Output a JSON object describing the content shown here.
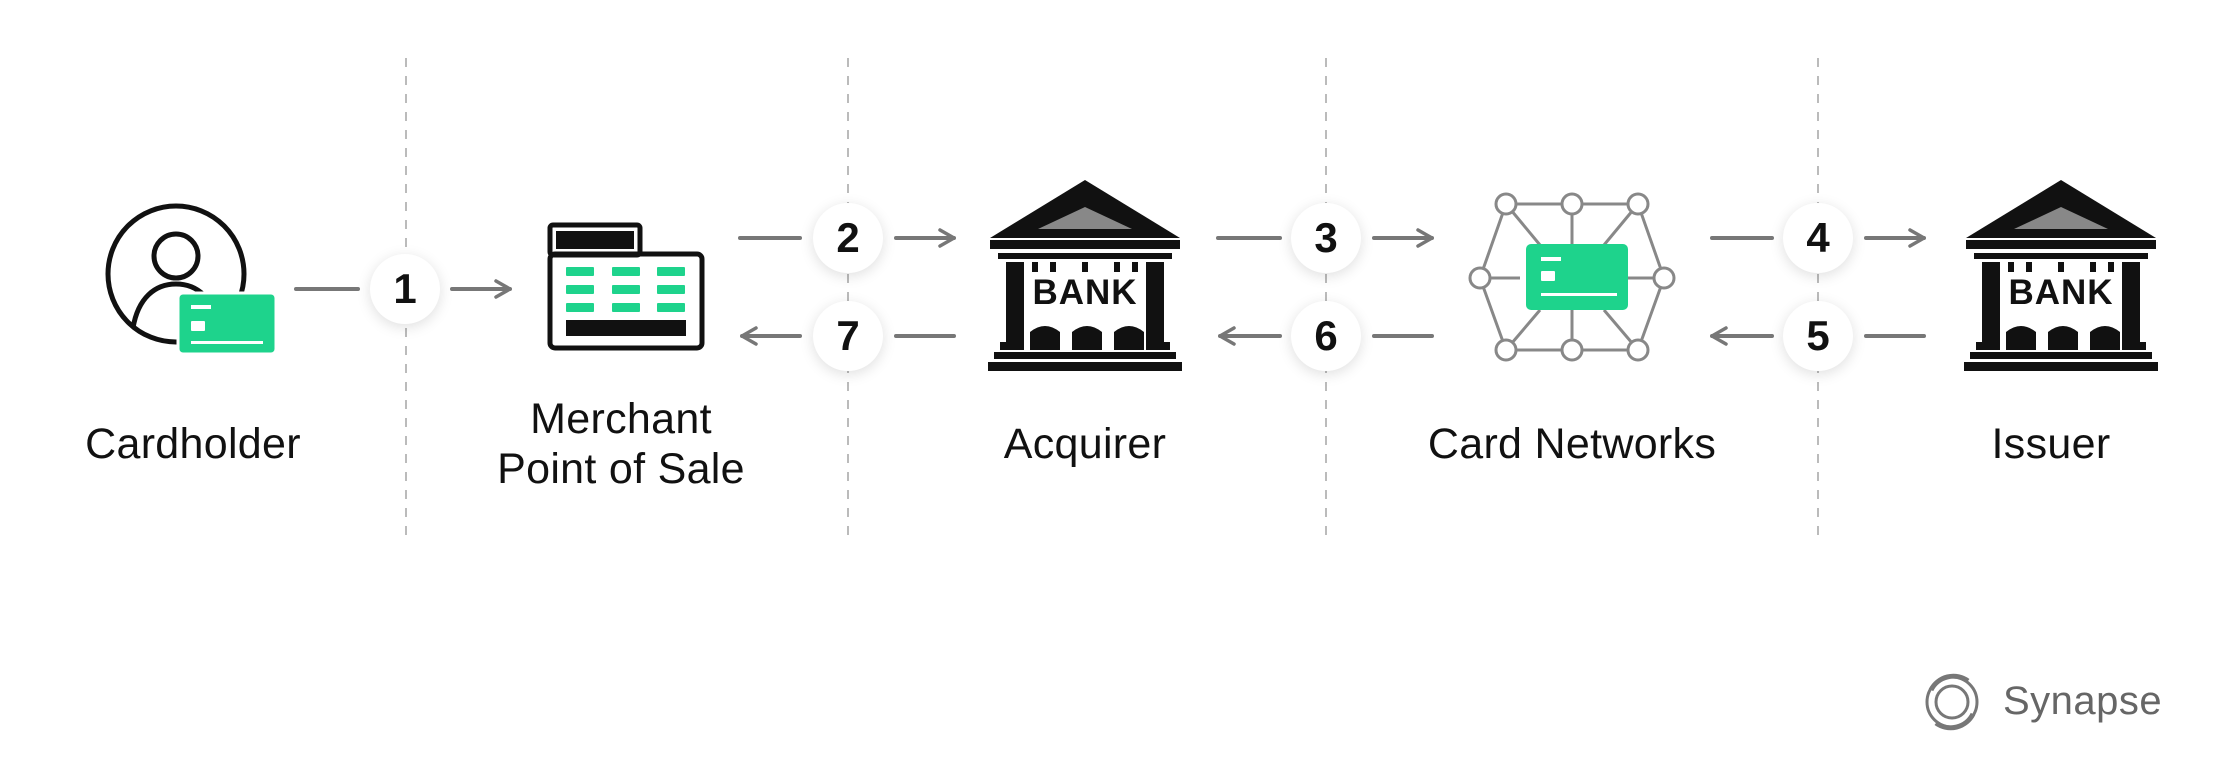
{
  "actors": [
    {
      "id": "cardholder",
      "label": "Cardholder",
      "icon": "cardholder-icon"
    },
    {
      "id": "merchant",
      "label": "Merchant\nPoint of Sale",
      "icon": "pos-terminal-icon"
    },
    {
      "id": "acquirer",
      "label": "Acquirer",
      "icon": "bank-icon",
      "icon_text": "BANK"
    },
    {
      "id": "networks",
      "label": "Card Networks",
      "icon": "card-network-icon"
    },
    {
      "id": "issuer",
      "label": "Issuer",
      "icon": "bank-icon",
      "icon_text": "BANK"
    }
  ],
  "steps": [
    {
      "n": "1",
      "from": "cardholder",
      "to": "merchant"
    },
    {
      "n": "2",
      "from": "merchant",
      "to": "acquirer"
    },
    {
      "n": "3",
      "from": "acquirer",
      "to": "networks"
    },
    {
      "n": "4",
      "from": "networks",
      "to": "issuer"
    },
    {
      "n": "5",
      "from": "issuer",
      "to": "networks"
    },
    {
      "n": "6",
      "from": "networks",
      "to": "acquirer"
    },
    {
      "n": "7",
      "from": "acquirer",
      "to": "merchant"
    }
  ],
  "brand": {
    "name": "Synapse",
    "icon": "synapse-logo-icon"
  },
  "colors": {
    "accent": "#1ED38C",
    "arrow": "#777777",
    "divider": "#BBBBBB",
    "text": "#111111"
  }
}
